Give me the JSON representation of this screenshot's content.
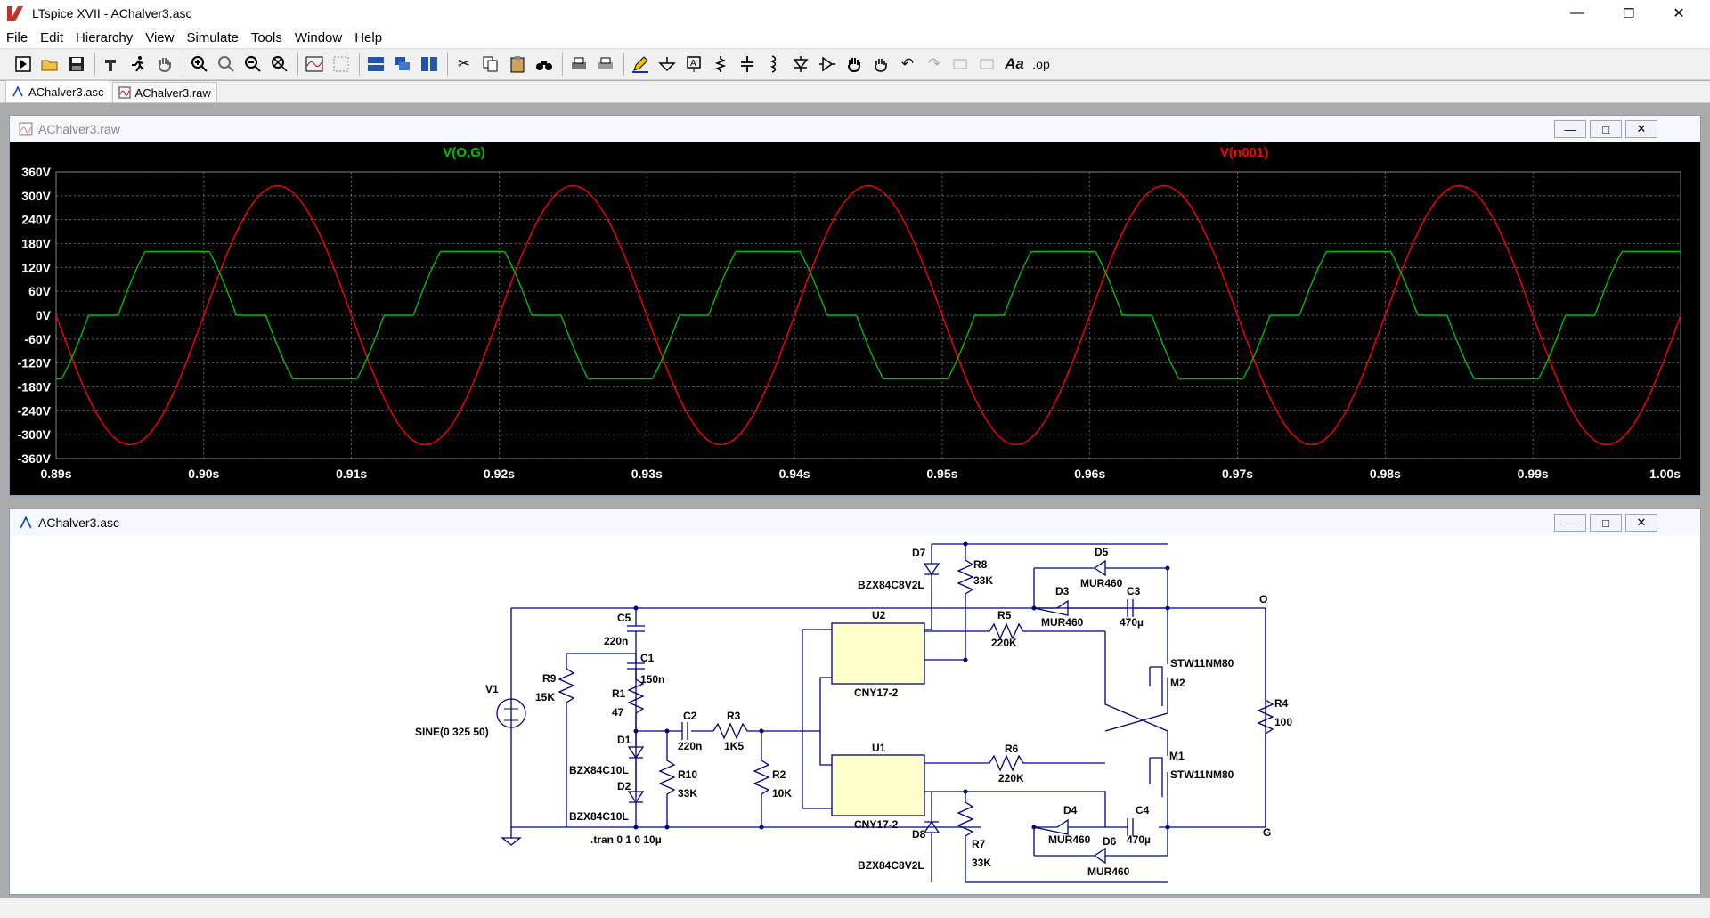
{
  "window": {
    "title": "LTspice XVII - AChalver3.asc"
  },
  "menu": [
    "File",
    "Edit",
    "Hierarchy",
    "View",
    "Simulate",
    "Tools",
    "Window",
    "Help"
  ],
  "tabs": [
    {
      "label": "AChalver3.asc"
    },
    {
      "label": "AChalver3.raw"
    }
  ],
  "plot_window": {
    "title": "AChalver3.raw"
  },
  "schematic_window": {
    "title": "AChalver3.asc"
  },
  "chart_data": {
    "type": "line",
    "x_ticks": [
      "0.89s",
      "0.90s",
      "0.91s",
      "0.92s",
      "0.93s",
      "0.94s",
      "0.95s",
      "0.96s",
      "0.97s",
      "0.98s",
      "0.99s",
      "1.00s"
    ],
    "y_ticks": [
      "360V",
      "300V",
      "240V",
      "180V",
      "120V",
      "60V",
      "0V",
      "-60V",
      "-120V",
      "-180V",
      "-240V",
      "-300V",
      "-360V"
    ],
    "xlim": [
      0.89,
      1.0
    ],
    "ylim": [
      -360,
      360
    ],
    "grid": true,
    "series": [
      {
        "name": "V(O,G)",
        "color": "#00c000",
        "shape": "clipped-half-wave",
        "amplitude": 160,
        "frequency": 50,
        "on_threshold": 100,
        "flat_top": 160
      },
      {
        "name": "V(n001)",
        "color": "#ff0000",
        "shape": "sine",
        "amplitude": 325,
        "frequency": 50
      }
    ]
  },
  "schematic": {
    "labels": {
      "D7": "D7",
      "BZX84C8V2L_top": "BZX84C8V2L",
      "R8": "R8",
      "R8v": "33K",
      "D5": "D5",
      "MUR460_d5": "MUR460",
      "D3": "D3",
      "MUR460_d3": "MUR460",
      "C3": "C3",
      "C3v": "470µ",
      "O": "O",
      "C5": "C5",
      "C5v": "220n",
      "U2": "U2",
      "R5": "R5",
      "R5v": "220K",
      "C1": "C1",
      "C1v": "150n",
      "R9": "R9",
      "R9v": "15K",
      "CNY_u2": "CNY17-2",
      "STW_m2": "STW11NM80",
      "M2": "M2",
      "V1": "V1",
      "R1": "R1",
      "R1v": "47",
      "C2": "C2",
      "C2v": "220n",
      "R3": "R3",
      "R3v": "1K5",
      "R4": "R4",
      "R4v": "100",
      "SINE": "SINE(0 325 50)",
      "D1": "D1",
      "U1": "U1",
      "R6": "R6",
      "R6v": "220K",
      "M1": "M1",
      "BZX84C10L_1": "BZX84C10L",
      "R10": "R10",
      "R10v": "33K",
      "R2": "R2",
      "R2v": "10K",
      "STW_m1": "STW11NM80",
      "D2": "D2",
      "CNY_u1": "CNY17-2",
      "D4": "D4",
      "MUR460_d4": "MUR460",
      "C4": "C4",
      "C4v": "470µ",
      "G": "G",
      "BZX84C10L_2": "BZX84C10L",
      "D8": "D8",
      "D6": "D6",
      "MUR460_d6": "MUR460",
      "R7": "R7",
      "R7v": "33K",
      "tran": ".tran 0 1 0 10µ",
      "BZX84C8V2L_bot": "BZX84C8V2L"
    }
  }
}
